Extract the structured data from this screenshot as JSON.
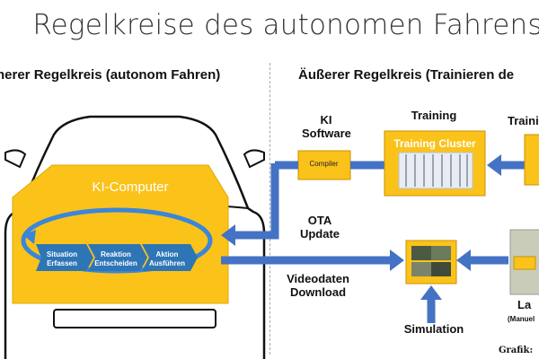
{
  "title": "Regelkreise des autonomen Fahrens",
  "left_section": {
    "heading": "nerer Regelkreis (autonom Fahren)"
  },
  "right_section": {
    "heading": "Äußerer Regelkreis (Trainieren de"
  },
  "ki_computer": {
    "label": "KI-Computer",
    "steps": [
      {
        "line1": "Situation",
        "line2": "Erfassen"
      },
      {
        "line1": "Reaktion",
        "line2": "Entscheiden"
      },
      {
        "line1": "Aktion",
        "line2": "Ausführen"
      }
    ]
  },
  "ki_software": {
    "line1": "KI",
    "line2": "Software",
    "compiler": "Compiler"
  },
  "training": {
    "label": "Training",
    "cluster": "Training Cluster",
    "label2": "Traini"
  },
  "ota": {
    "line1": "OTA",
    "line2": "Update"
  },
  "video": {
    "line1": "Videodaten",
    "line2": "Download"
  },
  "simulation": {
    "label": "Simulation"
  },
  "lab": {
    "label": "La",
    "sub": "(Manuel"
  },
  "credit": "Grafik:",
  "colors": {
    "accent_orange": "#fbc21a",
    "arrow_blue": "#4472c4",
    "chevron_blue": "#2e75b6"
  }
}
